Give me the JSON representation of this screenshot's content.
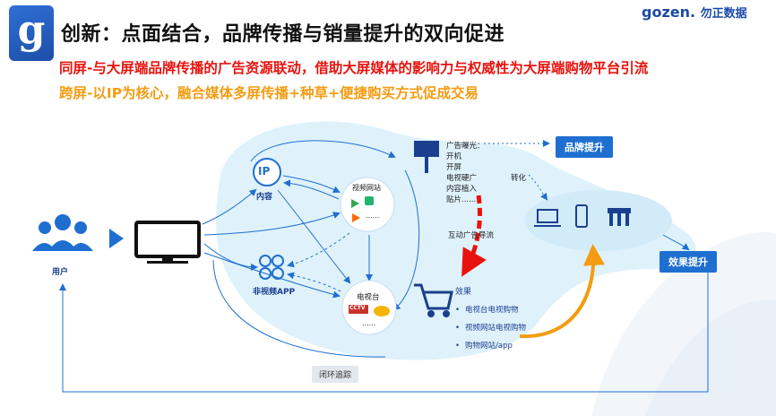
{
  "header": {
    "logo_letter": "g",
    "title": "创新：点面结合，品牌传播与销量提升的双向促进",
    "brand_name": "gozen.",
    "brand_suffix": "勿正数据"
  },
  "subtitles": {
    "line1": "同屏-与大屏端品牌传播的广告资源联动，借助大屏媒体的影响力与权威性为大屏端购物平台引流",
    "line2": "跨屏-以IP为核心，融合媒体多屏传播+种草+便捷购买方式促成交易"
  },
  "diagram": {
    "user_label": "用户",
    "ip_label": "内容",
    "video_site_label": "视频网站",
    "video_site_more": "......",
    "app_label": "非视频APP",
    "tv_station_label": "电视台",
    "tv_station_more": "......",
    "ad_exposure": {
      "heading": "广告曝光：",
      "items": [
        "开机",
        "开屏",
        "电视硬广",
        "内容植入",
        "贴片......"
      ]
    },
    "interactive_ad_label": "互动广告导流",
    "conversion_label": "转化",
    "brand_lift_label": "品牌提升",
    "effect_lift_label": "效果提升",
    "effects_heading": "效果",
    "effects": [
      "电视台电视购物",
      "视频网站电视购物",
      "购物网站/app"
    ],
    "loop_label": "闭环追踪",
    "ip_glyph": "IP",
    "cctv_glyph": "CCTV"
  },
  "colors": {
    "primary_blue": "#1f6fd0",
    "accent_red": "#e8130e",
    "accent_orange": "#f39c12",
    "dark_navy": "#1b3f8f",
    "bubble": "#dff2fb"
  }
}
